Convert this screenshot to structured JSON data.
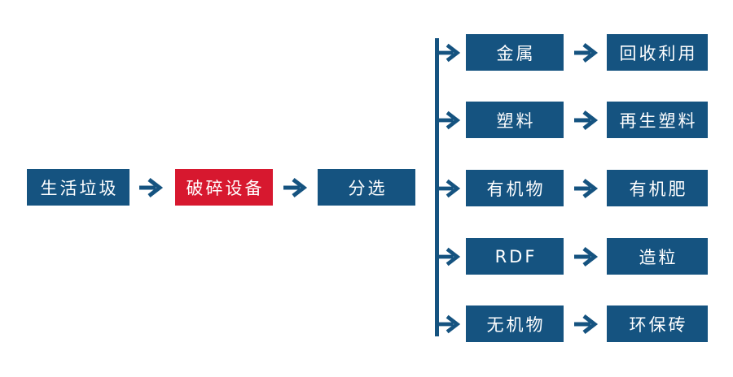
{
  "diagram": {
    "type": "flowchart",
    "description_names": {
      "flow": "waste-processing-flow"
    },
    "colors": {
      "box_blue": "#155380",
      "box_red": "#D7182F",
      "connector_blue": "#155380",
      "text_color": "#FFFFFF",
      "bg": "#FFFFFF"
    },
    "main_flow": [
      {
        "label": "生活垃圾"
      },
      {
        "label": "破碎设备"
      },
      {
        "label": "分选"
      }
    ],
    "branches": [
      {
        "source": "金属",
        "result": "回收利用"
      },
      {
        "source": "塑料",
        "result": "再生塑料"
      },
      {
        "source": "有机物",
        "result": "有机肥"
      },
      {
        "source": "RDF",
        "result": "造粒"
      },
      {
        "source": "无机物",
        "result": "环保砖"
      }
    ]
  }
}
